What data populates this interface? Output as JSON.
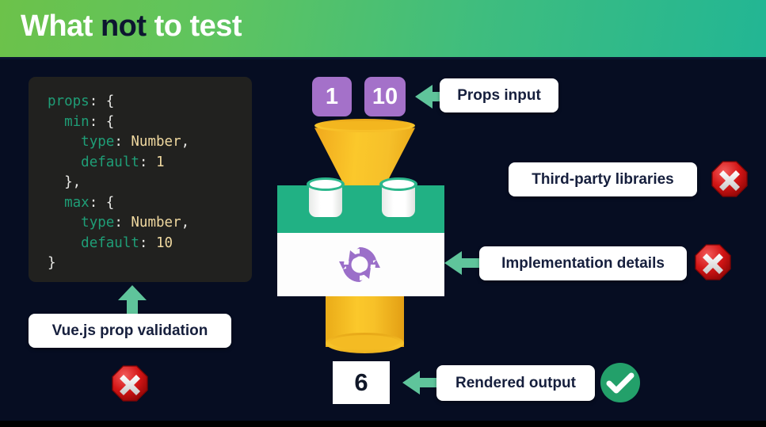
{
  "slide": {
    "title_part1": "What ",
    "title_emphasis": "not",
    "title_part2": " to test",
    "background_color": "#060d22",
    "header_gradient_from": "#6cc24a",
    "header_gradient_to": "#22b694"
  },
  "code": {
    "language": "javascript",
    "lines": [
      "props: {",
      "  min: {",
      "    type: Number,",
      "    default: 1",
      "  },",
      "  max: {",
      "    type: Number,",
      "    default: 10",
      "  }",
      "}"
    ],
    "tokens": {
      "props_key": "props",
      "min_key": "min",
      "max_key": "max",
      "type_key": "type",
      "default_key": "default",
      "number_type": "Number",
      "min_default": "1",
      "max_default": "10"
    }
  },
  "props_input": {
    "badges": [
      "1",
      "10"
    ],
    "badge_color": "#a471c9",
    "label": "Props input"
  },
  "callouts": [
    {
      "label": "Props input",
      "verdict": "none"
    },
    {
      "label": "Third-party libraries",
      "verdict": "no"
    },
    {
      "label": "Implementation details",
      "verdict": "no"
    },
    {
      "label": "Rendered output",
      "verdict": "yes"
    },
    {
      "label": "Vue.js prop validation",
      "verdict": "no"
    }
  ],
  "labels": {
    "third_party": "Third-party libraries",
    "implementation": "Implementation details",
    "rendered_output": "Rendered output",
    "vue_validation": "Vue.js prop validation"
  },
  "machine": {
    "funnel_color": "#fbc82b",
    "body_top_color": "#21b184",
    "body_bottom_color": "#fdfdfd",
    "process_icon": "sync-refresh-icon",
    "process_icon_color": "#9b6fc9"
  },
  "output": {
    "value": "6",
    "box_color": "#ffffff"
  },
  "verdict_icons": {
    "no": "red-octagon-x-icon",
    "yes": "green-circle-check-icon",
    "no_color": "#d31515",
    "yes_color": "#23a06a"
  },
  "arrows": {
    "color": "#5fc49b",
    "left": "arrow-left-icon",
    "up": "arrow-up-icon"
  }
}
